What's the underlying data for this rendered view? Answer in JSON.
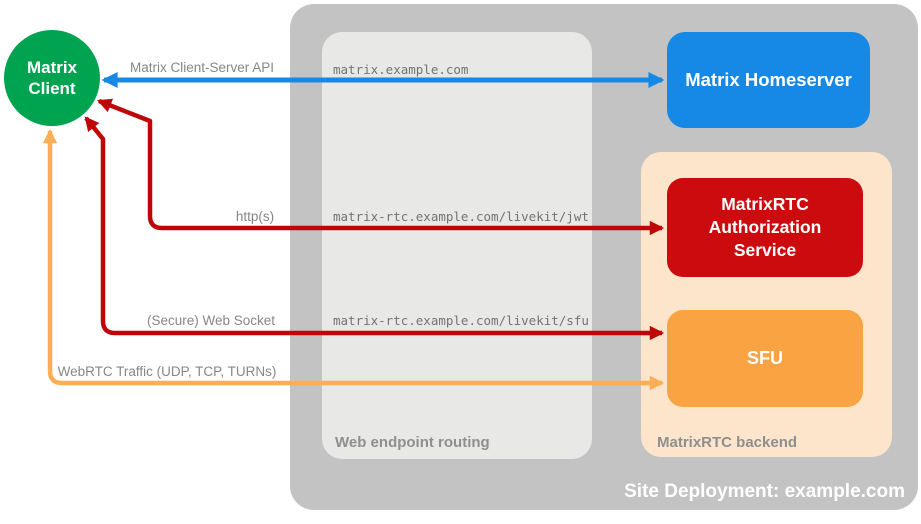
{
  "colors": {
    "green": "#00A350",
    "blue": "#1589E5",
    "red_box": "#CC0B0F",
    "red_arrow": "#C00508",
    "orange_box": "#F9A342",
    "orange_arrow": "#FBAE53",
    "outer_gray": "#C2C3C2",
    "panel_gray": "#E8E8E7",
    "peach": "#FCE5CA",
    "label_gray": "#8F8F8F"
  },
  "nodes": {
    "client": {
      "label": "Matrix\nClient"
    },
    "homeserver": {
      "label": "Matrix Homeserver"
    },
    "auth_service": {
      "label": "MatrixRTC\nAuthorization\nService"
    },
    "sfu": {
      "label": "SFU"
    }
  },
  "containers": {
    "site": {
      "label": "Site Deployment: example.com"
    },
    "web_routing": {
      "label": "Web endpoint routing"
    },
    "backend": {
      "label": "MatrixRTC backend"
    }
  },
  "routes": [
    "matrix.example.com",
    "matrix-rtc.example.com/livekit/jwt",
    "matrix-rtc.example.com/livekit/sfu"
  ],
  "arrows": {
    "cs_api": {
      "label": "Matrix Client-Server API",
      "color": "#1589E5"
    },
    "http": {
      "label": "http(s)",
      "color": "#C00508"
    },
    "websocket": {
      "label": "(Secure) Web Socket",
      "color": "#C00508"
    },
    "webrtc": {
      "label": "WebRTC Traffic (UDP, TCP, TURNs)",
      "color": "#FBAE53"
    }
  }
}
